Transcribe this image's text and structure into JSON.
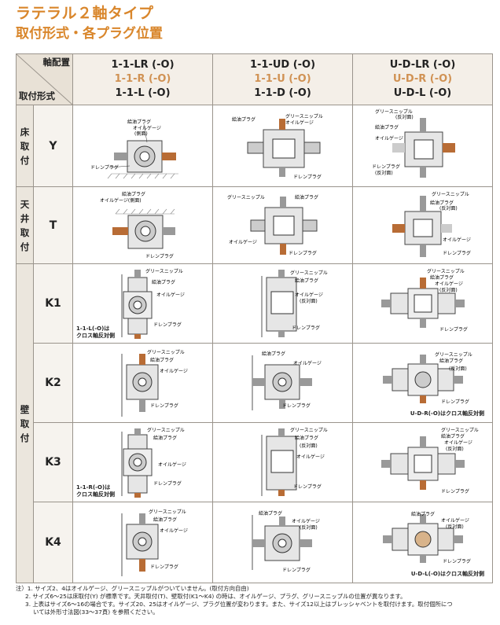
{
  "title": "ラテラル２軸タイプ",
  "subtitle": "取付形式・各プラグ位置",
  "table": {
    "corner_top": "軸配置",
    "corner_bottom": "取付形式",
    "columns": [
      {
        "line1": "1-1-LR (-O)",
        "line2": "1-1-R (-O)",
        "line3": "1-1-L (-O)"
      },
      {
        "line1": "1-1-UD (-O)",
        "line2": "1-1-U (-O)",
        "line3": "1-1-D (-O)"
      },
      {
        "line1": "U-D-LR (-O)",
        "line2": "U-D-R (-O)",
        "line3": "U-D-L (-O)"
      }
    ],
    "groups": [
      {
        "chars": [
          "床",
          "取",
          "付"
        ]
      },
      {
        "chars": [
          "天",
          "井",
          "取",
          "付"
        ]
      },
      {
        "chars": [
          "壁",
          "取",
          "付"
        ]
      }
    ],
    "rows": [
      "Y",
      "T",
      "K1",
      "K2",
      "K3",
      "K4"
    ],
    "labels": {
      "fill": "給油プラグ",
      "gauge": "オイルゲージ",
      "gauge_side": "(側面)",
      "gauge_side_full": "オイルゲージ(側面)",
      "grease": "グリースニップル",
      "drain": "ドレンプラグ",
      "opposite": "(反対面)"
    },
    "inner_notes": {
      "k1_left": [
        "1-1-L(-O)は",
        "クロス軸反対側"
      ],
      "k2_right": "U-D-R(-O)はクロス軸反対側",
      "k3_left": [
        "1-1-R(-O)は",
        "クロス軸反対側"
      ],
      "k4_right": "U-D-L(-O)はクロス軸反対側"
    }
  },
  "notes": [
    "注）1. サイズ2、4はオイルゲージ、グリースニップルがついていません。(取付方向自由)",
    "2. サイズ6〜25は床取付(Y) が標準です。天井取付(T)、壁取付(K1〜K4) の時は、オイルゲージ、プラグ、グリースニップルの位置が異なります。",
    "3. 上表はサイズ6〜16の場合です。サイズ20、25はオイルゲージ、プラグ位置が変わります。また、サイズ12以上はブレッシャベントを取付けます。取付個所につ",
    "いては外形寸法図(33〜37頁) を参照ください。"
  ]
}
